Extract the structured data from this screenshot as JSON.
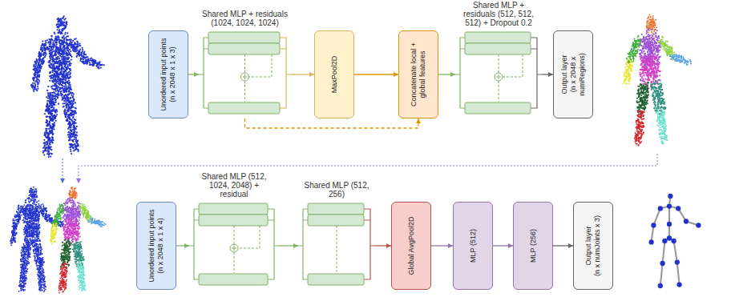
{
  "diagram": {
    "nodes": [
      {
        "text": [
          "Unordered input points",
          "(n x 2048 x 1 x 3)"
        ]
      },
      {
        "text": [
          "Shared MLP + residuals (1024, 1024, 1024)"
        ]
      },
      {
        "text": [
          "MaxPool2D"
        ]
      },
      {
        "text": [
          "Concatenate local + global features"
        ]
      },
      {
        "text": [
          "Shared MLP + residuals (512, 512, 512) + Dropout 0.2"
        ]
      },
      {
        "text": [
          "Output layer",
          "(n x 2048 x numRegions)"
        ]
      },
      {
        "text": [
          "Unordered input points",
          "(n x 2048 x 1 x 4)"
        ]
      },
      {
        "text": [
          "Shared MLP (512, 1024, 2048) + residual"
        ]
      },
      {
        "text": [
          "Shared MLP (512, 256)"
        ]
      },
      {
        "text": [
          "Global AvgPool2D"
        ]
      },
      {
        "text": [
          "MLP (512)"
        ]
      },
      {
        "text": [
          "MLP (256)"
        ]
      },
      {
        "text": [
          "Output layer",
          "(n x numJoints x 3)"
        ]
      }
    ],
    "edges": [
      {
        "from": 0,
        "to": 1,
        "arrow": "to"
      },
      {
        "from": 1,
        "to": 2,
        "arrow": "to"
      },
      {
        "from": 2,
        "to": 3,
        "arrow": "to"
      },
      {
        "from": 1,
        "to": 3,
        "arrow": "to"
      },
      {
        "from": 3,
        "to": 4,
        "arrow": "to"
      },
      {
        "from": 4,
        "to": 5,
        "arrow": "to"
      },
      {
        "from": 6,
        "to": 7,
        "arrow": "to"
      },
      {
        "from": 7,
        "to": 8,
        "arrow": "to"
      },
      {
        "from": 8,
        "to": 9,
        "arrow": "to"
      },
      {
        "from": 9,
        "to": 10,
        "arrow": "to"
      },
      {
        "from": 10,
        "to": 11,
        "arrow": "to"
      },
      {
        "from": 11,
        "to": 12,
        "arrow": "to"
      }
    ]
  }
}
